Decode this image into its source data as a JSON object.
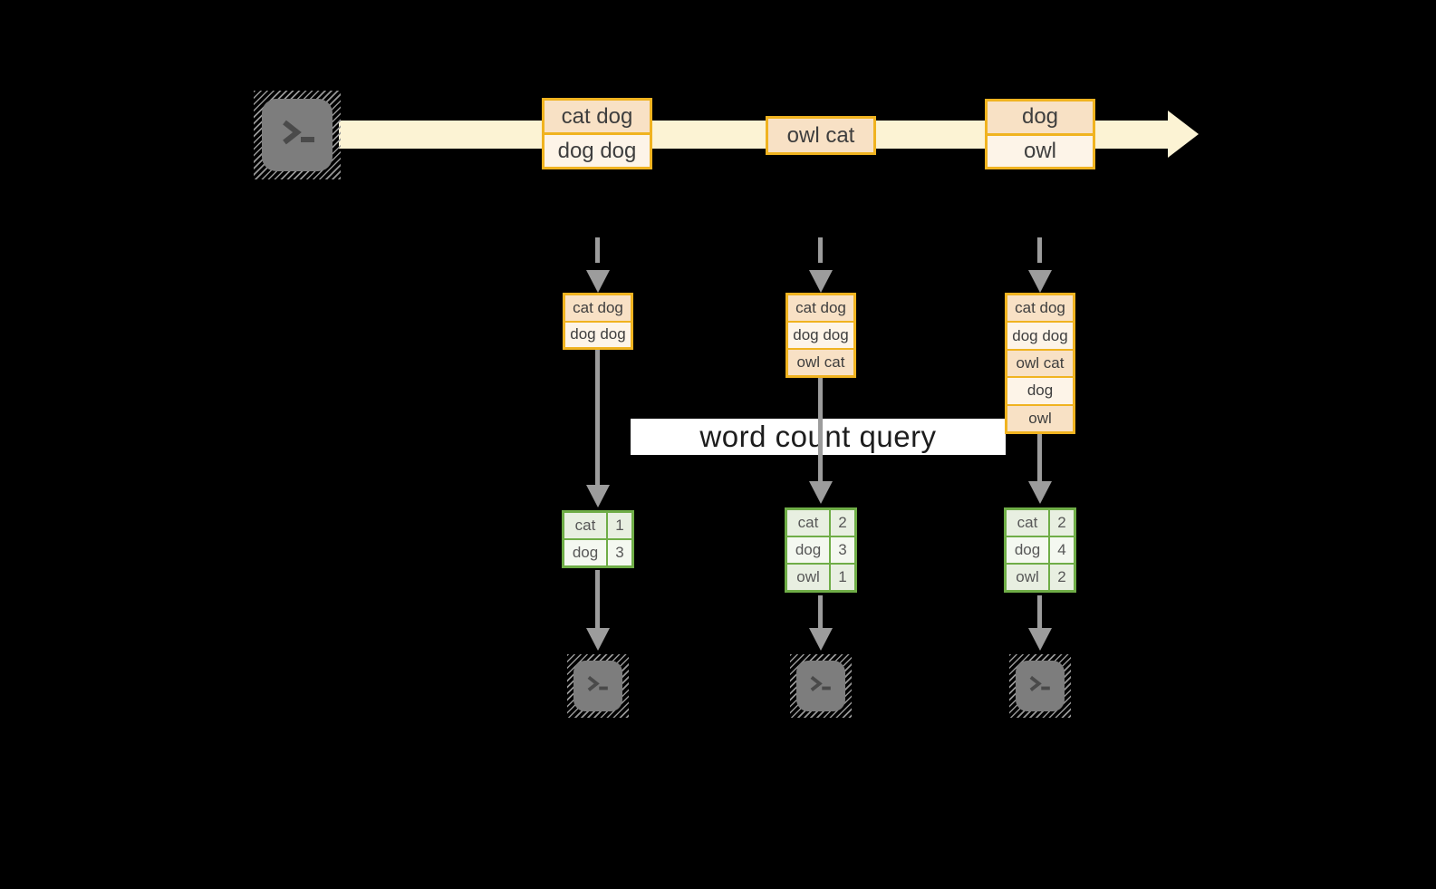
{
  "label": "word count query",
  "colors": {
    "background": "#000000",
    "timeline_fill": "#fcf3d4",
    "event_border": "#f0b320",
    "event_fill_dark": "#f8e1c5",
    "event_fill_light": "#fdf4e8",
    "table_border": "#6fad47",
    "table_fill_dark": "#e8efe1",
    "table_fill_light": "#f4f8f0",
    "arrow_gray": "#9c9c9c",
    "terminal_gray": "#7d7d7d",
    "label_bg": "#ffffff"
  },
  "icons": {
    "source": "terminal-icon",
    "sink": "terminal-icon"
  },
  "timeline_events": [
    {
      "lines": [
        "cat dog",
        "dog dog"
      ]
    },
    {
      "lines": [
        "owl cat"
      ]
    },
    {
      "lines": [
        "dog",
        "owl"
      ]
    }
  ],
  "stream_snapshots": [
    {
      "lines": [
        "cat dog",
        "dog dog"
      ]
    },
    {
      "lines": [
        "cat dog",
        "dog dog",
        "owl cat"
      ]
    },
    {
      "lines": [
        "cat dog",
        "dog dog",
        "owl cat",
        "dog",
        "owl"
      ]
    }
  ],
  "result_tables": [
    {
      "rows": [
        {
          "word": "cat",
          "count": "1"
        },
        {
          "word": "dog",
          "count": "3"
        }
      ]
    },
    {
      "rows": [
        {
          "word": "cat",
          "count": "2"
        },
        {
          "word": "dog",
          "count": "3"
        },
        {
          "word": "owl",
          "count": "1"
        }
      ]
    },
    {
      "rows": [
        {
          "word": "cat",
          "count": "2"
        },
        {
          "word": "dog",
          "count": "4"
        },
        {
          "word": "owl",
          "count": "2"
        }
      ]
    }
  ]
}
